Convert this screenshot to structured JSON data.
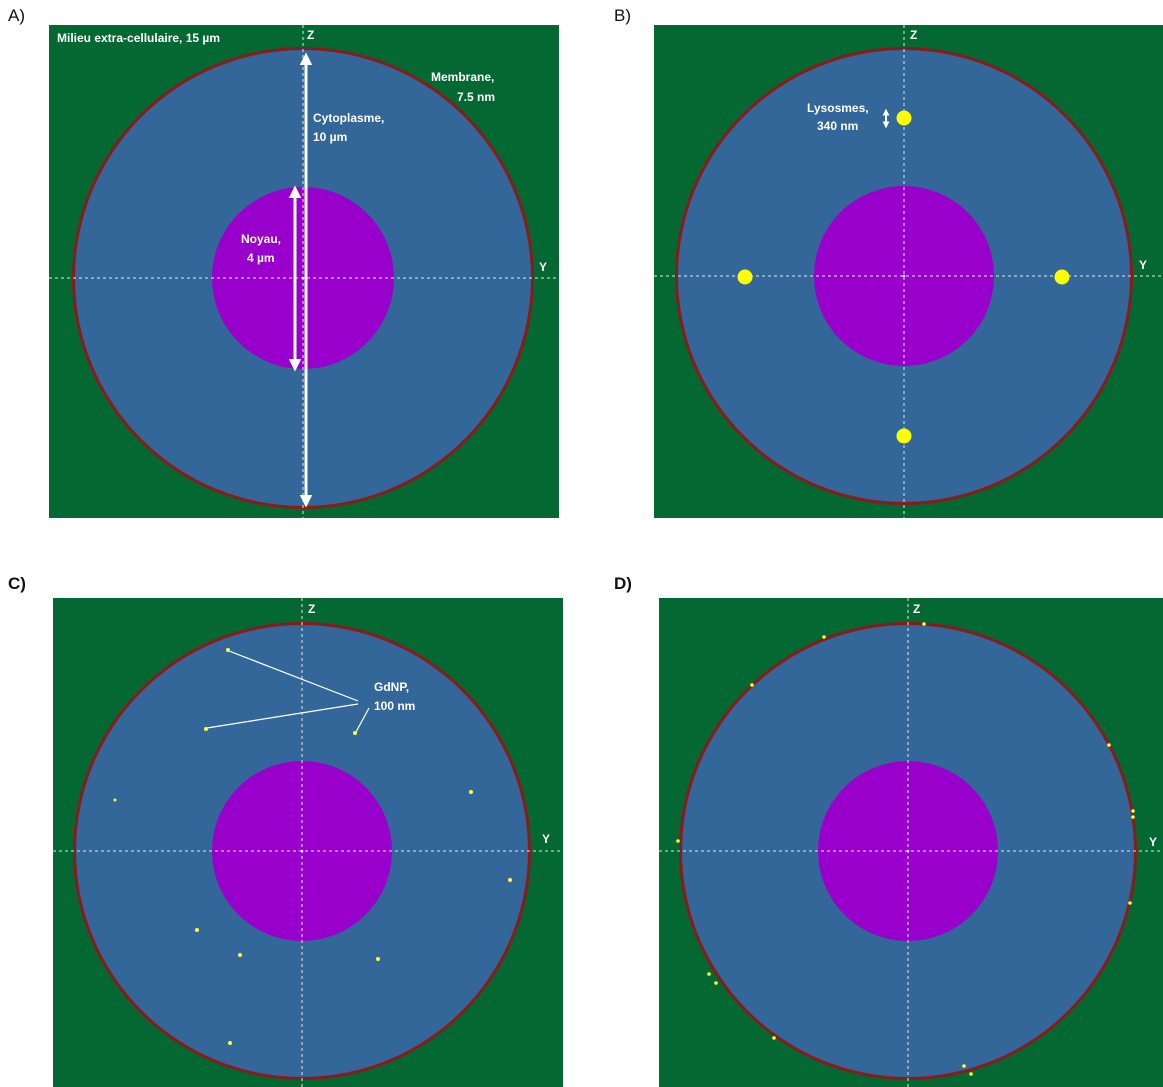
{
  "colors": {
    "extracellular": "#046832",
    "cytoplasm": "#336699",
    "membrane": "#8b1a1a",
    "nucleus": "#9900cc",
    "lysosome": "#ffff00",
    "gdnp": "#ffff33",
    "arrow": "#ffffff",
    "axis": "#e6e6e6"
  },
  "axes": {
    "z_label": "Z",
    "y_label": "Y"
  },
  "panels": {
    "a": {
      "letter": "A)",
      "extracellular_label": "Milieu extra-cellulaire, 15 µm",
      "membrane_label": [
        "Membrane,",
        "7.5 nm"
      ],
      "cytoplasm_label": [
        "Cytoplasme,",
        "10 µm"
      ],
      "nucleus_label": [
        "Noyau,",
        "4 µm"
      ]
    },
    "b": {
      "letter": "B)",
      "lysosome_label": [
        "Lysosmes,",
        "340 nm"
      ]
    },
    "c": {
      "letter": "C)",
      "gdnp_label": [
        "GdNP,",
        "100 nm"
      ]
    },
    "d": {
      "letter": "D)"
    }
  }
}
